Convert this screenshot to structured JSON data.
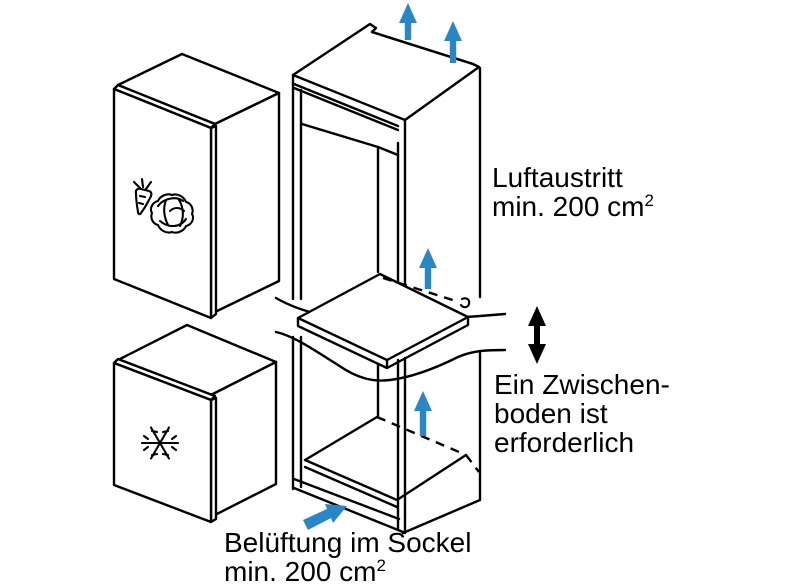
{
  "colors": {
    "background": "#ffffff",
    "line": "#000000",
    "text": "#000000",
    "arrow_blue": "#2b86c6"
  },
  "labels": {
    "air_outlet": {
      "line1": "Luftaustritt",
      "line2": "min. 200 cm",
      "superscript": "2"
    },
    "intermediate_shelf": {
      "line1": "Ein Zwischen-",
      "line2": "boden ist",
      "line3": "erforderlich"
    },
    "base_ventilation": {
      "line1": "Belüftung im Sockel",
      "line2": "min. 200 cm",
      "superscript": "2"
    }
  },
  "icons": {
    "fridge_door": "carrot-cabbage-icon",
    "freezer_door": "snowflake-icon",
    "top_airflow": "blue-up-arrow",
    "shelf_airflow": "blue-up-arrow",
    "floor_airflow": "blue-up-arrow",
    "base_airflow": "blue-right-up-arrow",
    "clearance": "black-double-headed-vertical-arrow"
  }
}
